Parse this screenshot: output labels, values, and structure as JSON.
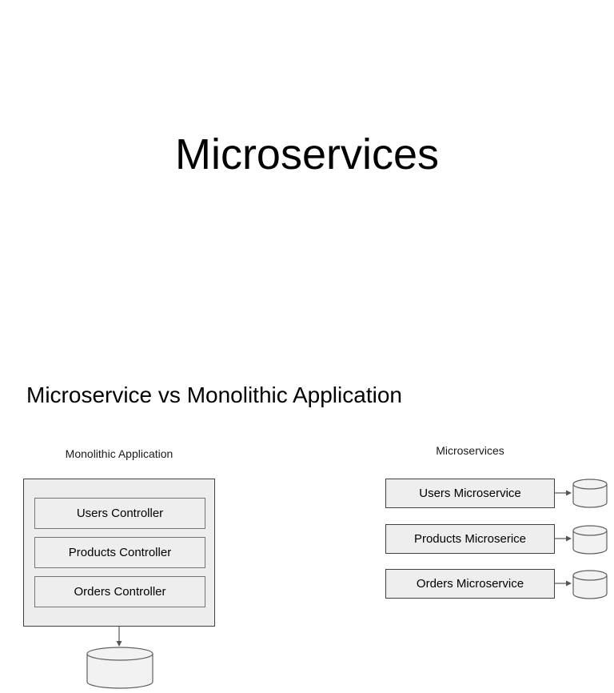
{
  "page": {
    "title": "Microservices",
    "section_heading": "Microservice vs Monolithic Application"
  },
  "diagram": {
    "monolith": {
      "label": "Monolithic Application",
      "components": [
        "Users Controller",
        "Products Controller",
        "Orders Controller"
      ]
    },
    "microservices": {
      "label": "Microservices",
      "services": [
        "Users Microservice",
        "Products Microserice",
        "Orders Microservice"
      ]
    },
    "icons": {
      "database": "cylinder-shape",
      "arrow_down": "down-connector",
      "arrow_right": "right-connector"
    }
  },
  "colors": {
    "page-bg": "#ffffff",
    "text": "#000000",
    "panel-fill": "#ededed",
    "box-fill": "#eeeeee",
    "border-dark": "#424242",
    "border-mid": "#757575",
    "cylinder-fill": "#f2f2f2",
    "cylinder-stroke": "#5f5f5f",
    "arrow": "#555555"
  }
}
